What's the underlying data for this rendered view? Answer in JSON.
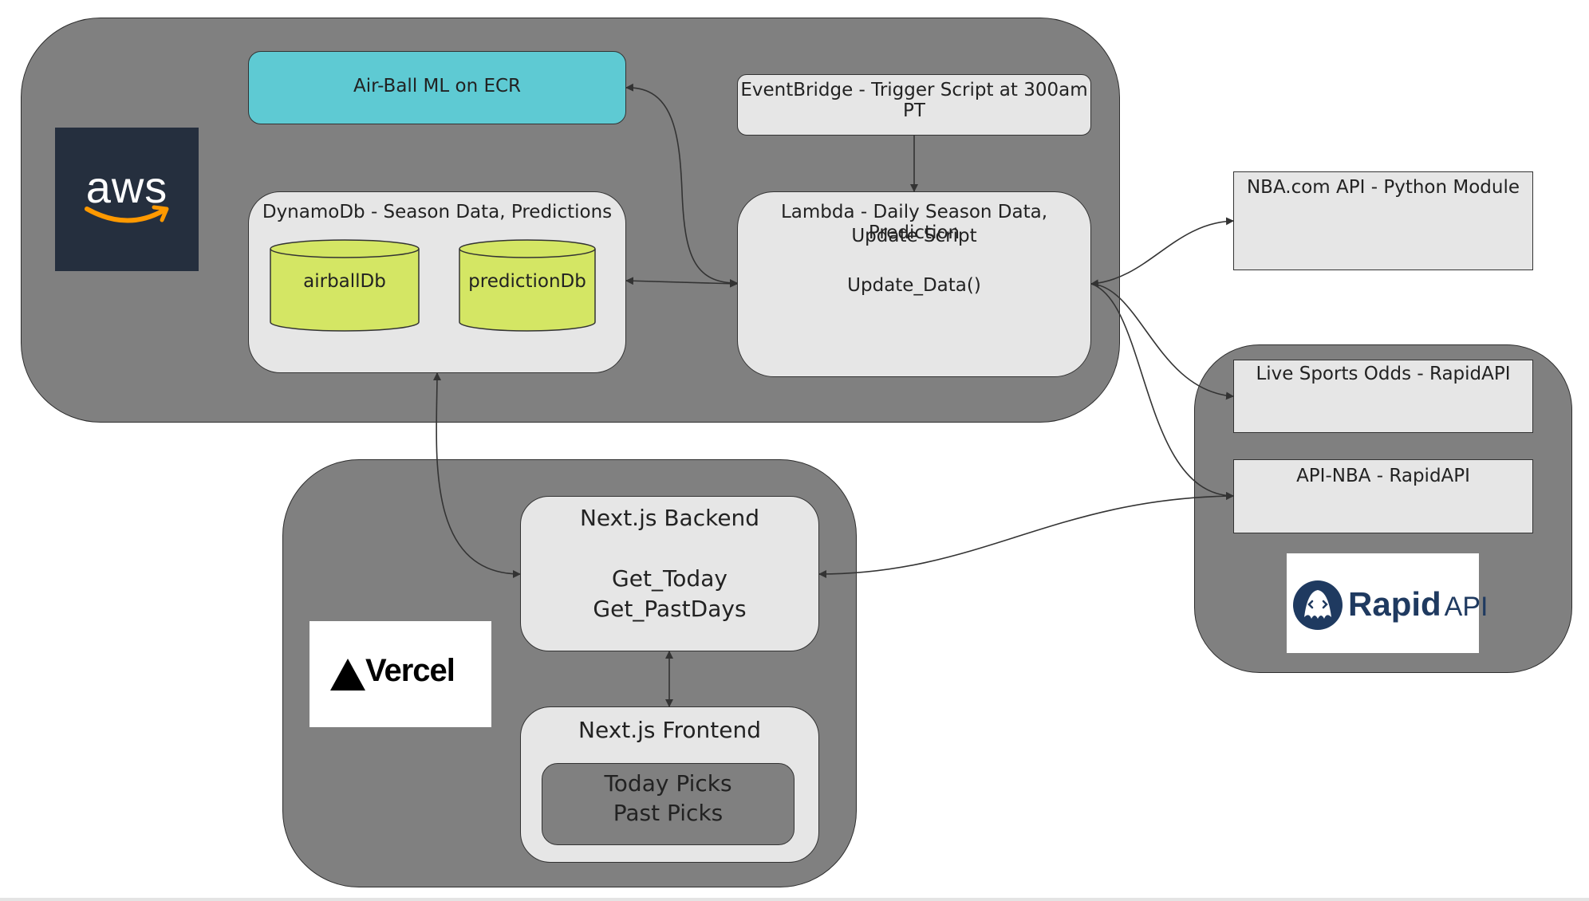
{
  "aws": {
    "logo_text": "aws",
    "ecr_label": "Air-Ball ML on ECR",
    "eventbridge_label": "EventBridge - Trigger Script at 300am PT",
    "dynamodb": {
      "title": "DynamoDb - Season Data, Predictions",
      "tables": [
        "airballDb",
        "predictionDb"
      ]
    },
    "lambda": {
      "title_line1": "Lambda - Daily Season Data, Prediction",
      "title_line2": "Update Script",
      "function": "Update_Data()"
    }
  },
  "external": {
    "nba_api": "NBA.com API - Python Module",
    "live_odds": "Live Sports Odds - RapidAPI",
    "api_nba": "API-NBA - RapidAPI",
    "rapid_logo_word": "Rapid",
    "rapid_logo_suffix": "API"
  },
  "vercel": {
    "logo_text": "Vercel",
    "backend": {
      "title": "Next.js Backend",
      "lines": [
        "Get_Today",
        "Get_PastDays"
      ]
    },
    "frontend": {
      "title": "Next.js Frontend",
      "lines": [
        "Today Picks",
        "Past Picks"
      ]
    }
  },
  "colors": {
    "group_fill": "#808080",
    "node_fill": "#e6e6e6",
    "ecr_fill": "#5ecad3",
    "db_fill": "#d4e664",
    "aws_dark": "#252f3e",
    "aws_orange": "#ff9900",
    "rapid_blue": "#1f3a60"
  }
}
